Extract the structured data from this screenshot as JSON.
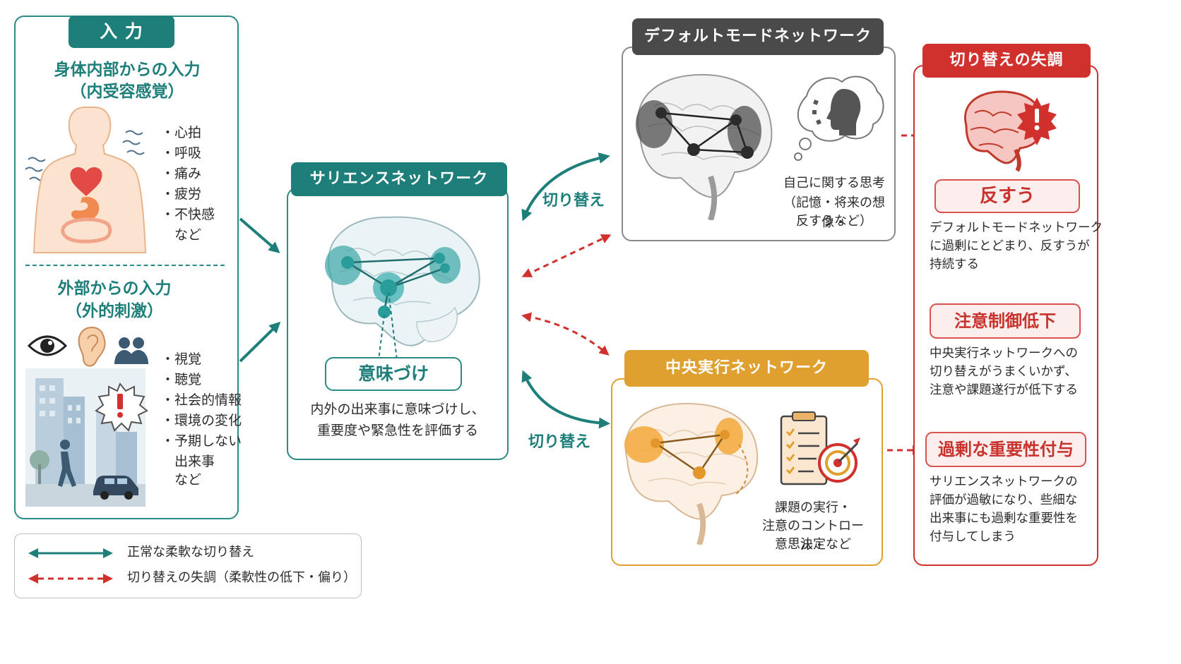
{
  "colors": {
    "teal": "#1e7f7a",
    "gray": "#4a4a4a",
    "orange": "#e0a030",
    "red": "#d0312d"
  },
  "input": {
    "title": "入 力",
    "internal_heading_1": "身体内部からの入力",
    "internal_heading_2": "（内受容感覚）",
    "internal_items": [
      "・心拍",
      "・呼吸",
      "・痛み",
      "・疲労",
      "・不快感",
      "　など"
    ],
    "external_heading_1": "外部からの入力",
    "external_heading_2": "（外的刺激）",
    "external_items": [
      "・視覚",
      "・聴覚",
      "・社会的情報",
      "・環境の変化",
      "・予期しない",
      "　出来事",
      "　など"
    ]
  },
  "salience": {
    "title": "サリエンスネットワーク",
    "box_label": "意味づけ",
    "desc_1": "内外の出来事に意味づけし、",
    "desc_2": "重要度や緊急性を評価する"
  },
  "switch_label_top": "切り替え",
  "switch_label_bottom": "切り替え",
  "dmn": {
    "title": "デフォルトモードネットワーク",
    "desc_1": "自己に関する思考",
    "desc_2": "（記憶・将来の想像・",
    "desc_3": "反すうなど）"
  },
  "cen": {
    "title": "中央実行ネットワーク",
    "desc_1": "課題の実行・",
    "desc_2": "注意のコントロール・",
    "desc_3": "意思決定など"
  },
  "dysreg": {
    "title": "切り替えの失調",
    "rumination_label": "反すう",
    "rumination_desc": [
      "デフォルトモードネットワーク",
      "に過剰にとどまり、反すうが",
      "持続する"
    ],
    "attention_label": "注意制御低下",
    "attention_desc": [
      "中央実行ネットワークへの",
      "切り替えがうまくいかず、",
      "注意や課題遂行が低下する"
    ],
    "salience_label": "過剰な重要性付与",
    "salience_desc": [
      "サリエンスネットワークの",
      "評価が過敏になり、些細な",
      "出来事にも過剰な重要性を",
      "付与してしまう"
    ]
  },
  "legend": {
    "normal": "正常な柔軟な切り替え",
    "dysreg": "切り替えの失調（柔軟性の低下・偏り）"
  }
}
